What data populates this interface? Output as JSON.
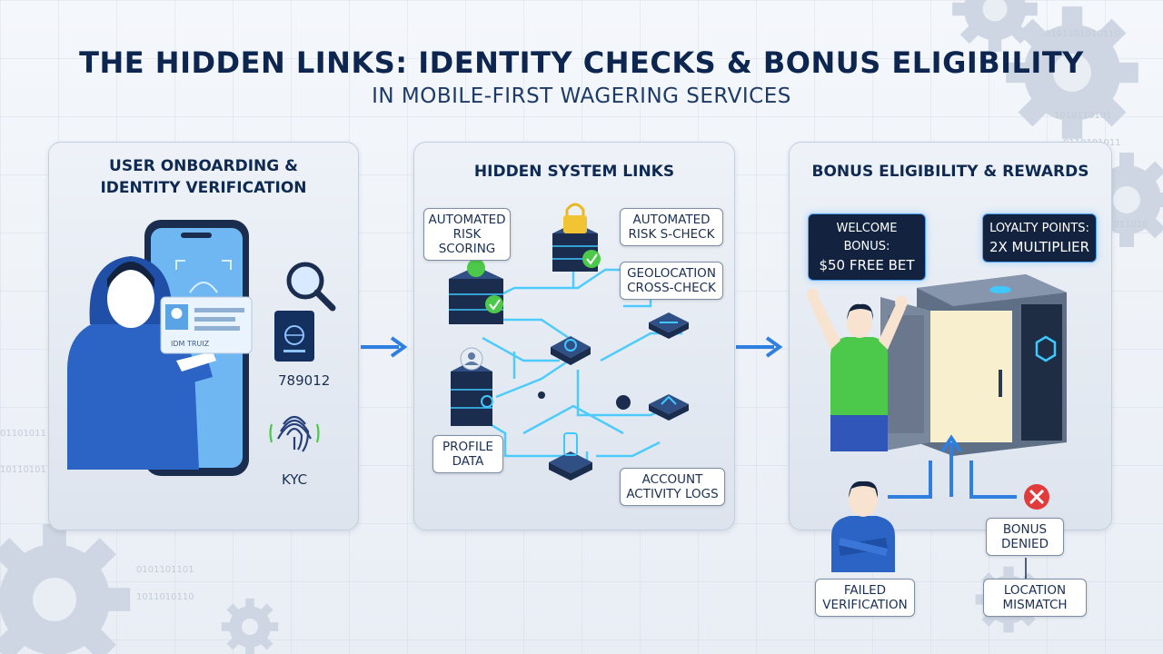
{
  "header": {
    "title": "THE HIDDEN LINKS: IDENTITY CHECKS & BONUS ELIGIBILITY",
    "subtitle": "IN MOBILE-FIRST WAGERING SERVICES"
  },
  "panel_onboarding": {
    "title_line1": "USER ONBOARDING &",
    "title_line2": "IDENTITY VERIFICATION",
    "id_card_text": "IDM TRUIZ",
    "number": "789012",
    "kyc": "KYC"
  },
  "panel_system": {
    "title": "HIDDEN SYSTEM LINKS",
    "risk_scoring_line1": "AUTOMATED",
    "risk_scoring_line2": "RISK SCORING",
    "risk_check_line1": "AUTOMATED",
    "risk_check_line2": "RISK S-CHECK",
    "geo_line1": "GEOLOCATION",
    "geo_line2": "CROSS-CHECK",
    "profile_line1": "PROFILE",
    "profile_line2": "DATA",
    "activity_line1": "ACCOUNT",
    "activity_line2": "ACTIVITY LOGS"
  },
  "panel_bonus": {
    "title": "BONUS ELIGIBILITY & REWARDS",
    "welcome_line1": "WELCOME BONUS:",
    "welcome_line2": "$50 FREE BET",
    "loyalty_line1": "LOYALTY POINTS:",
    "loyalty_line2": "2X MULTIPLIER",
    "failed_line1": "FAILED",
    "failed_line2": "VERIFICATION",
    "denied_line1": "BONUS",
    "denied_line2": "DENIED",
    "mismatch_line1": "LOCATION",
    "mismatch_line2": "MISMATCH"
  },
  "colors": {
    "navy": "#0d2650",
    "accent_blue": "#2f7fe0",
    "glow_cyan": "#3ec8ff",
    "success_green": "#4cc94a",
    "error_red": "#e23b3b"
  },
  "icons": [
    "hooded-user-icon",
    "smartphone-icon",
    "id-card-icon",
    "magnifier-icon",
    "passport-icon",
    "fingerprint-icon",
    "server-icon",
    "lock-icon",
    "checkmark-icon",
    "circuit-node-icon",
    "vault-icon",
    "celebrating-user-icon",
    "arms-crossed-user-icon",
    "error-x-icon",
    "arrow-right-icon",
    "arrow-up-icon"
  ]
}
